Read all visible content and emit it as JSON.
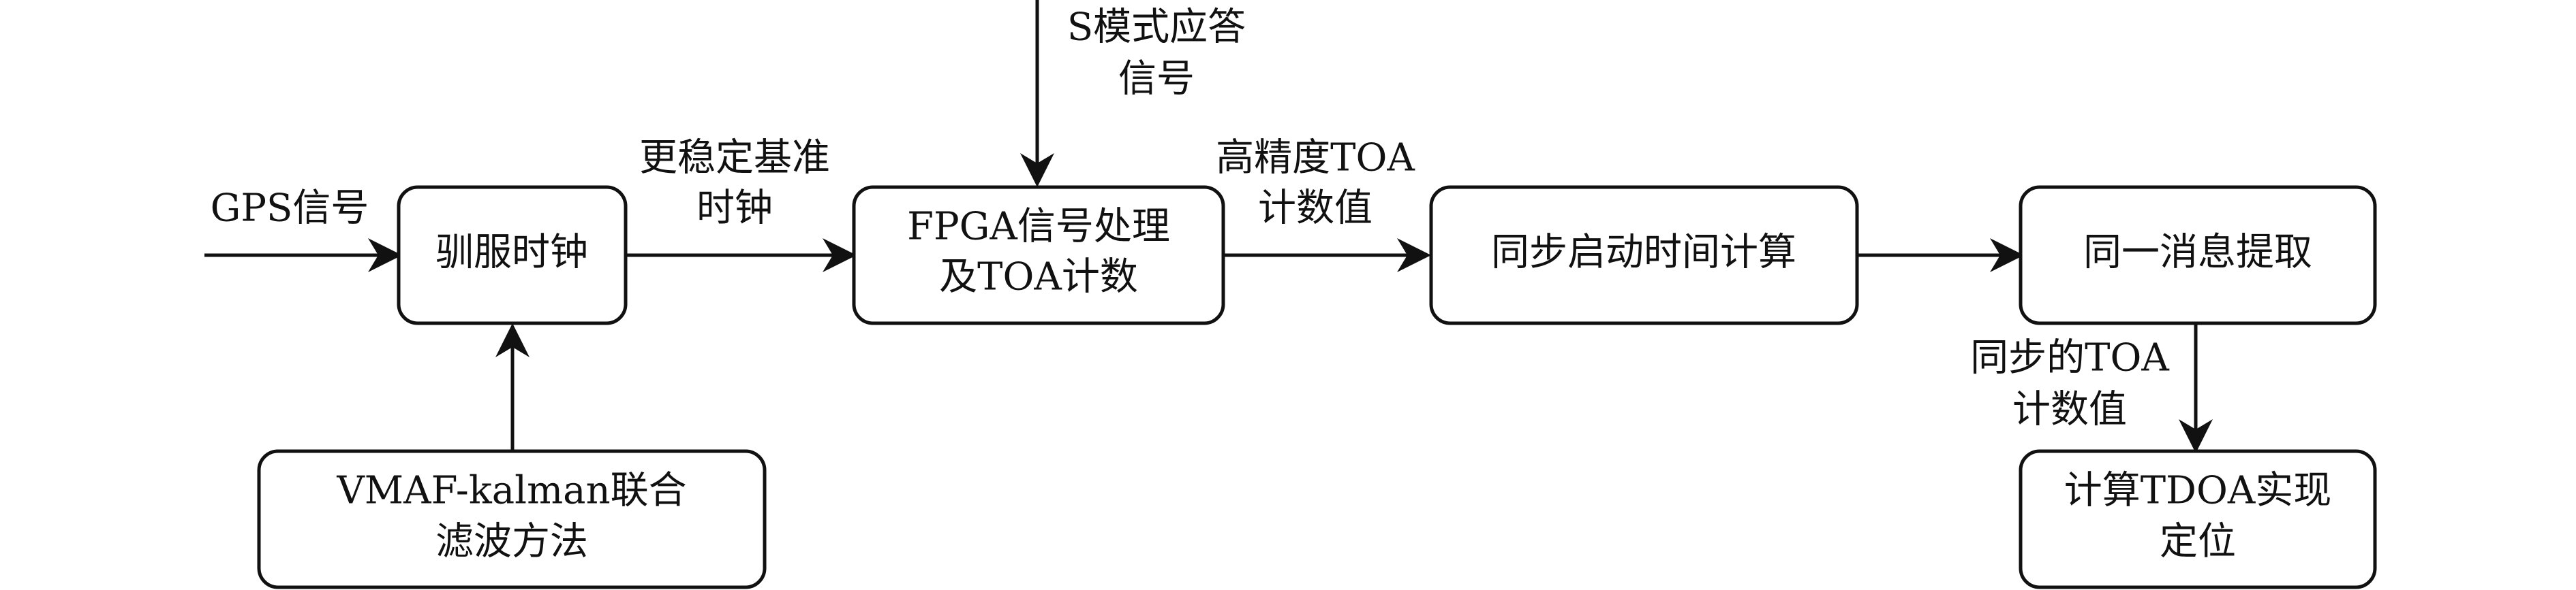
{
  "nodes": {
    "disciplined_clock": "驯服时钟",
    "fpga": [
      "FPGA信号处理",
      "及TOA计数"
    ],
    "sync_start": "同步启动时间计算",
    "msg_extract": "同一消息提取",
    "vmaf": [
      "VMAF-kalman联合",
      "滤波方法"
    ],
    "tdoa": [
      "计算TDOA实现",
      "定位"
    ]
  },
  "edge_labels": {
    "gps_signal": "GPS信号",
    "stable_ref_clock": [
      "更稳定基准",
      "时钟"
    ],
    "s_mode_reply": [
      "S模式应答",
      "信号"
    ],
    "high_precision_toa": [
      "高精度TOA",
      "计数值"
    ],
    "synced_toa": [
      "同步的TOA",
      "计数值"
    ]
  }
}
